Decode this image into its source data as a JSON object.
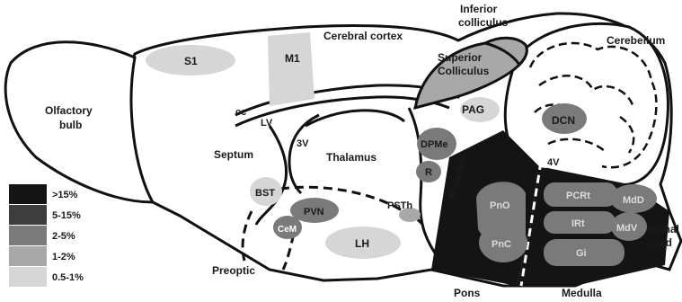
{
  "colors": {
    "gt15": "#141414",
    "p5_15": "#3d3d3d",
    "p2_5": "#7a7a7a",
    "p1_2": "#a8a8a8",
    "p05_1": "#d6d6d6"
  },
  "legend": [
    {
      "label": ">15%",
      "level": "gt15"
    },
    {
      "label": "5-15%",
      "level": "p5_15"
    },
    {
      "label": "2-5%",
      "level": "p2_5"
    },
    {
      "label": "1-2%",
      "level": "p1_2"
    },
    {
      "label": "0.5-1%",
      "level": "p05_1"
    }
  ],
  "labels": {
    "olfactory_bulb": [
      "Olfactory",
      "bulb"
    ],
    "cerebral_cortex": "Cerebral cortex",
    "s1": "S1",
    "m1": "M1",
    "inferior_colliculus": [
      "Inferior",
      "colliculus"
    ],
    "cerebellum": "Cerebellum",
    "superior_colliculus": [
      "Superior",
      "Colliculus"
    ],
    "cc": "cc",
    "lv": "LV",
    "septum": "Septum",
    "thalamus": "Thalamus",
    "three_v": "3V",
    "pag": "PAG",
    "dcn": "DCN",
    "dpme": "DPMe",
    "r": "R",
    "midbrain": "Midbrain",
    "four_v": "4V",
    "bst": "BST",
    "pvn": "PVN",
    "cem": "CeM",
    "psth": "PSTh",
    "lh": "LH",
    "pno": "PnO",
    "pnc": "PnC",
    "pcrt": "PCRt",
    "mdd": "MdD",
    "irt": "IRt",
    "mdv": "MdV",
    "gi": "Gi",
    "spinal_cord": [
      "Spinal",
      "cord"
    ],
    "preoptic": "Preoptic",
    "pons": "Pons",
    "medulla": "Medulla"
  }
}
